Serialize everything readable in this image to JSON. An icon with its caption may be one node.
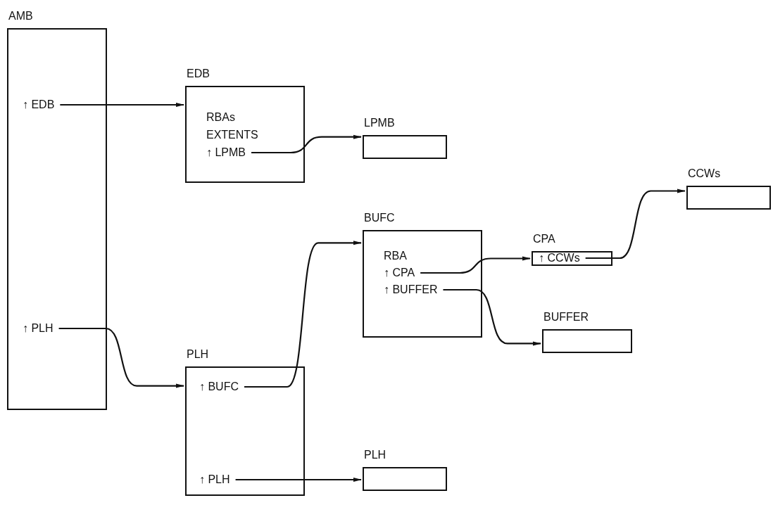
{
  "diagram": {
    "nodes": [
      {
        "text": [
          "AMB"
        ]
      },
      {
        "text": [
          "↑ EDB"
        ],
        "in": 0
      },
      {
        "text": [
          "↑ PLH"
        ],
        "in": 0
      },
      {
        "text": [
          "EDB",
          "RBAs",
          "EXTENTS"
        ]
      },
      {
        "text": [
          "↑ LPMB"
        ],
        "in": 3
      },
      {
        "text": [
          "LPMB"
        ]
      },
      {
        "text": [
          "CCWs"
        ]
      },
      {
        "text": [
          "BUFC",
          "RBA"
        ]
      },
      {
        "text": [
          "↑ CPA"
        ],
        "in": 7
      },
      {
        "text": [
          "↑ BUFFER"
        ],
        "in": 7
      },
      {
        "text": [
          "CPA"
        ]
      },
      {
        "text": [
          "↑ CCWs"
        ],
        "in": 10
      },
      {
        "text": [
          "BUFFER"
        ]
      },
      {
        "text": [
          "PLH"
        ]
      },
      {
        "text": [
          "↑ BUFC"
        ],
        "in": 13
      },
      {
        "text": [
          "↑ PLH"
        ],
        "in": 13
      },
      {
        "text": [
          "PLH"
        ]
      }
    ],
    "edges": [
      {
        "from": 1,
        "to": 3,
        "arrow": "to"
      },
      {
        "from": 4,
        "to": 5,
        "arrow": "to"
      },
      {
        "from": 11,
        "to": 6,
        "arrow": "to"
      },
      {
        "from": 14,
        "to": 7,
        "arrow": "to"
      },
      {
        "from": 8,
        "to": 10,
        "arrow": "to"
      },
      {
        "from": 9,
        "to": 12,
        "arrow": "to"
      },
      {
        "from": 2,
        "to": 13,
        "arrow": "to"
      },
      {
        "from": 15,
        "to": 16,
        "arrow": "to"
      }
    ]
  }
}
